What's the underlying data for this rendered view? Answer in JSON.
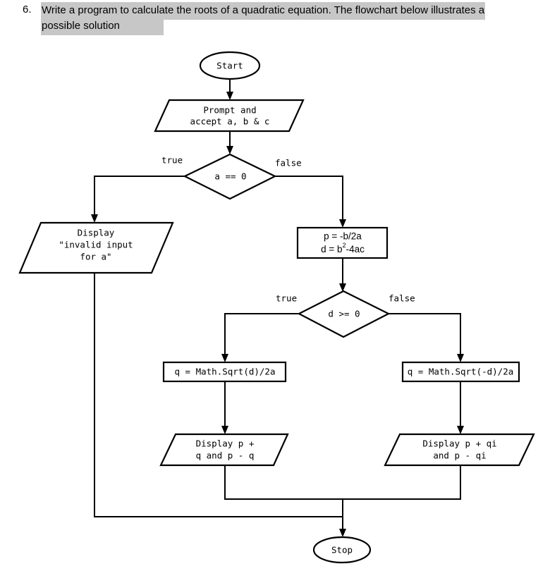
{
  "question": {
    "number": "6.",
    "line1": "Write a program to calculate the roots of a quadratic equation. The flowchart below illustrates a",
    "line2": "possible solution",
    "highlight_color": "#c7c7c7"
  },
  "flowchart": {
    "title": "Quadratic equation roots flowchart",
    "stroke_color": "#000000",
    "fill_color": "#ffffff",
    "nodes": {
      "start": {
        "type": "terminator",
        "label": "Start"
      },
      "input": {
        "type": "io",
        "line1": "Prompt and",
        "line2": "accept a, b & c"
      },
      "decision_a": {
        "type": "decision",
        "label": "a == 0"
      },
      "invalid": {
        "type": "io",
        "line1": "Display",
        "line2": "\"invalid input",
        "line3": "for a\""
      },
      "compute_pd": {
        "type": "process",
        "line1": "p = -b/2a",
        "line2_pre": "d = b",
        "line2_sup": "2",
        "line2_post": "-4ac"
      },
      "decision_d": {
        "type": "decision",
        "label": "d >= 0"
      },
      "q_real": {
        "type": "process",
        "label": "q = Math.Sqrt(d)/2a"
      },
      "q_imag": {
        "type": "process",
        "label": "q = Math.Sqrt(-d)/2a"
      },
      "display_real": {
        "type": "io",
        "line1": "Display p +",
        "line2": "q and p - q"
      },
      "display_imag": {
        "type": "io",
        "line1": "Display p + qi",
        "line2": "and p - qi"
      },
      "stop": {
        "type": "terminator",
        "label": "Stop"
      }
    },
    "edge_labels": {
      "a_true": "true",
      "a_false": "false",
      "d_true": "true",
      "d_false": "false"
    }
  }
}
